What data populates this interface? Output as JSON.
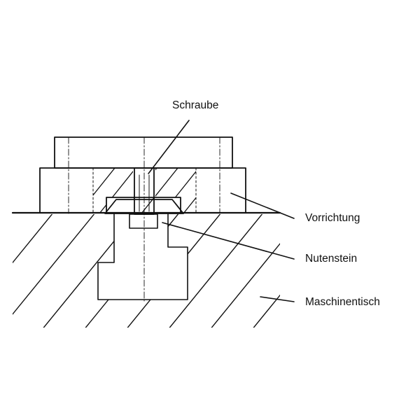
{
  "labels": {
    "schraube": "Schraube",
    "vorrichtung": "Vorrichtung",
    "nutenstein": "Nutenstein",
    "maschinentisch": "Maschinentisch"
  },
  "colors": {
    "ink": "#111111",
    "background": "#ffffff"
  }
}
